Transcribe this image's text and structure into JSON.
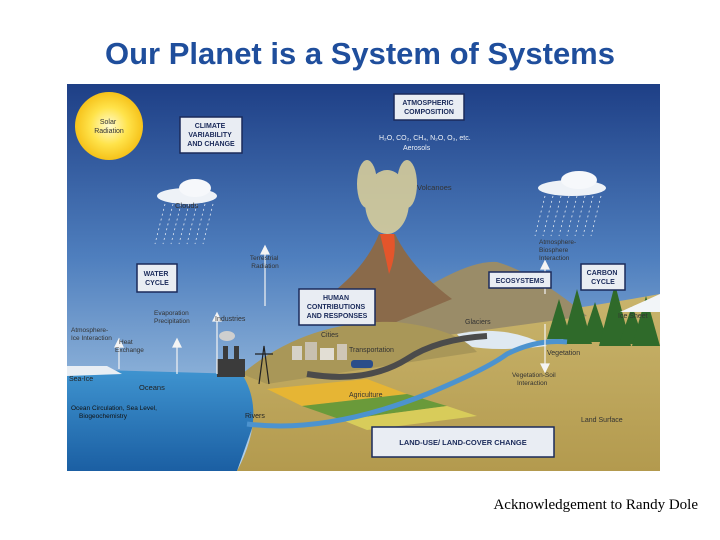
{
  "title": "Our Planet is a System of Systems",
  "acknowledgement": "Acknowledgement  to Randy Dole",
  "colors": {
    "title": "#1f4e9c",
    "sky_top": "#1e3f86",
    "sky_bottom": "#b9d6ec",
    "ocean": "#2f7fc2",
    "land": "#b6a05a",
    "mountain": "#8a8064",
    "box_border": "#1a2a5a"
  },
  "diagram": {
    "boxes": {
      "climate": [
        "CLIMATE",
        "VARIABILITY",
        "AND CHANGE"
      ],
      "atmospheric": [
        "ATMOSPHERIC",
        "COMPOSITION"
      ],
      "water": [
        "WATER",
        "CYCLE"
      ],
      "human": [
        "HUMAN",
        "CONTRIBUTIONS",
        "AND RESPONSES"
      ],
      "ecosystems": [
        "ECOSYSTEMS"
      ],
      "carbon": [
        "CARBON",
        "CYCLE"
      ],
      "landuse": [
        "LAND-USE/ LAND-COVER CHANGE"
      ]
    },
    "labels": {
      "solar": [
        "Solar",
        "Radiation"
      ],
      "gases": "H₂O, CO₂, CH₄, N₂O, O₃, etc.",
      "aerosols": "Aerosols",
      "volcanoes": "Volcanoes",
      "clouds": "Clouds",
      "terrestrial": [
        "Terrestrial",
        "Radiation"
      ],
      "atm_bio": [
        "Atmosphere-",
        "Biosphere",
        "Interaction"
      ],
      "evaporation": [
        "Evaporation",
        "Precipitation"
      ],
      "industries": "Industries",
      "atm_ice": [
        "Atmosphere-",
        "Ice Interaction"
      ],
      "heat": [
        "Heat",
        "Exchange"
      ],
      "cities": "Cities",
      "transportation": "Transportation",
      "glaciers": "Glaciers",
      "ice_sheet": "Ice Sheet",
      "vegetation": "Vegetation",
      "sea_ice": "Sea-Ice",
      "oceans": "Oceans",
      "veg_soil": [
        "Vegetation-Soil",
        "Interaction"
      ],
      "agriculture": "Agriculture",
      "ocean_circ": [
        "Ocean Circulation, Sea Level,",
        "Biogeochemistry"
      ],
      "rivers": "Rivers",
      "land_surface": "Land Surface"
    }
  }
}
